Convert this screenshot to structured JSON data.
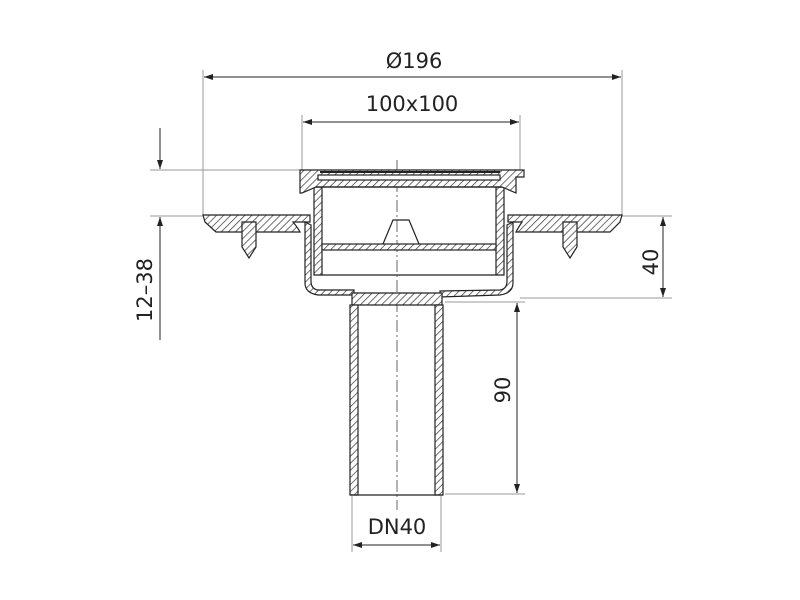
{
  "dimensions": {
    "outer_diameter": "Ø196",
    "grate_size": "100x100",
    "height_range": "12–38",
    "flange_height": "40",
    "pipe_length": "90",
    "pipe_diameter": "DN40"
  },
  "colors": {
    "line": "#222222",
    "hatch": "#333333",
    "dim_line": "#888888"
  }
}
